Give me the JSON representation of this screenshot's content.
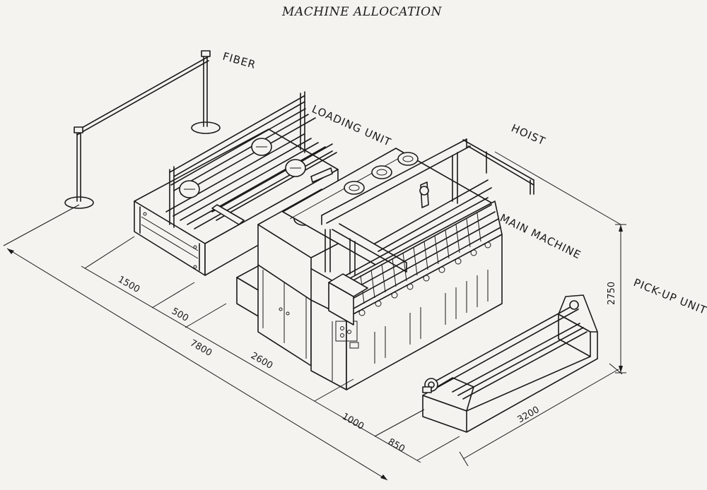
{
  "title": "MACHINE ALLOCATION",
  "components": {
    "fiber": "FIBER",
    "loading_unit": "LOADING UNIT",
    "hoist": "HOIST",
    "main_machine": "MAIN MACHINE",
    "pick_up_unit": "PICK-UP UNIT"
  },
  "dimensions": {
    "loading_depth": "1500",
    "gap_loading_main": "500",
    "total_length": "7800",
    "main_machine_depth": "2600",
    "gap_main_pickup": "1000",
    "pickup_depth": "850",
    "pickup_width": "3200",
    "height": "2750"
  }
}
